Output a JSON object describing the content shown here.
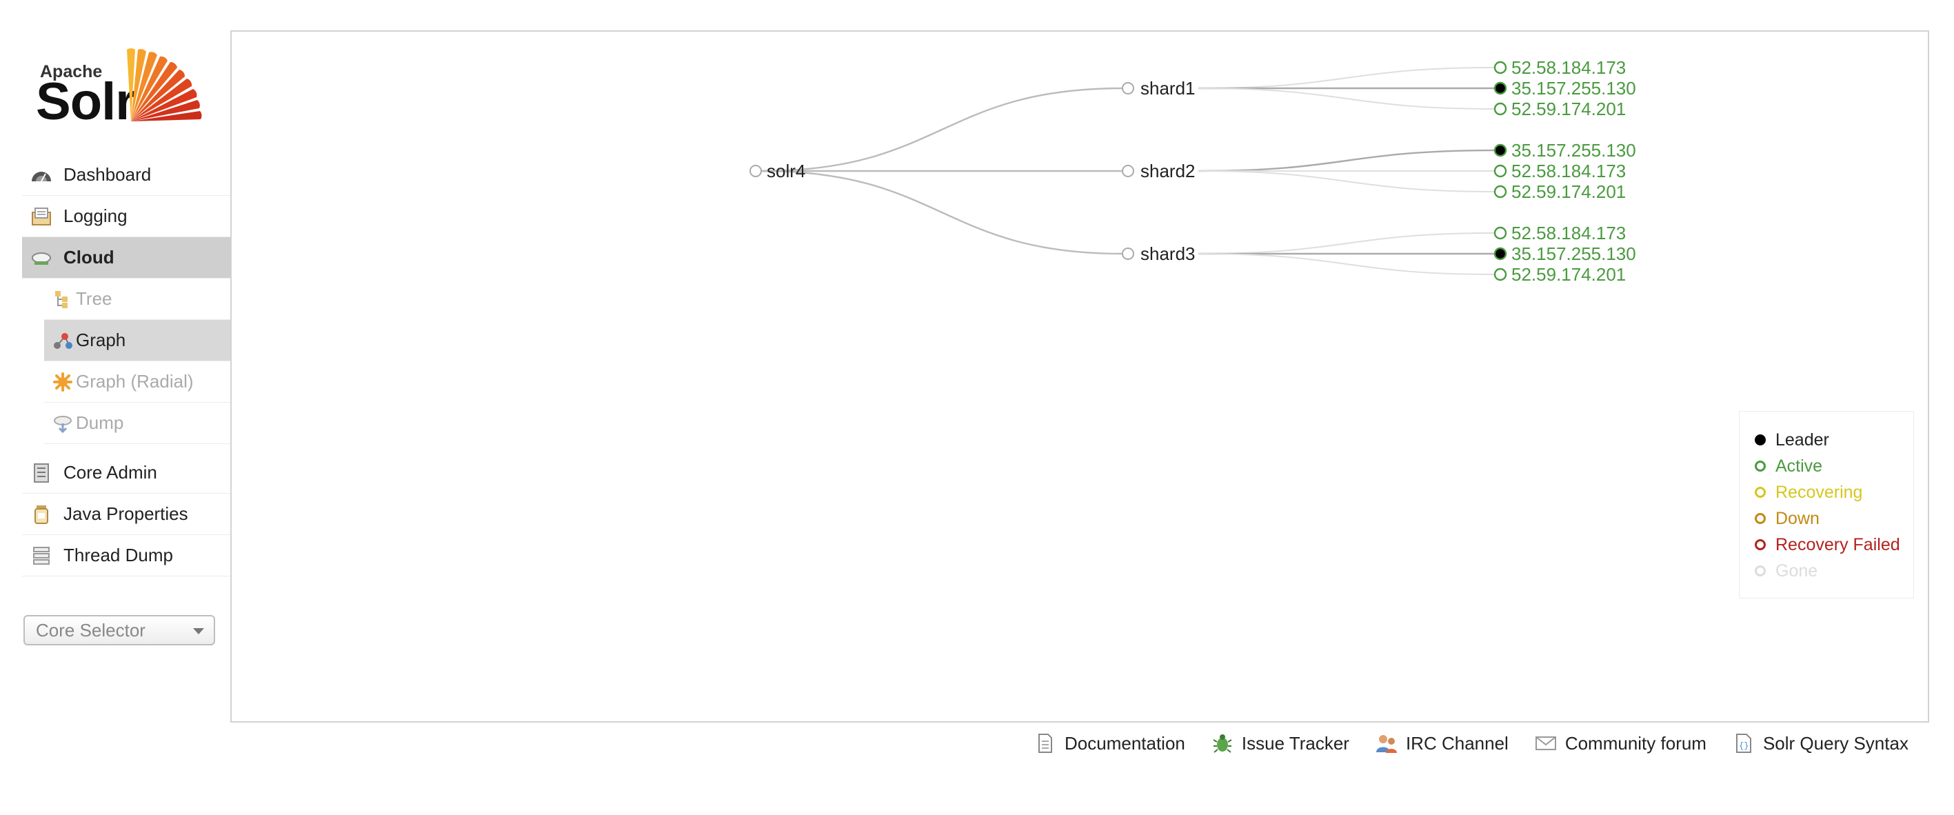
{
  "logo": {
    "apache": "Apache",
    "solr": "Solr"
  },
  "sidebar": {
    "items": [
      {
        "label": "Dashboard",
        "icon": "dashboard-icon"
      },
      {
        "label": "Logging",
        "icon": "logging-icon"
      },
      {
        "label": "Cloud",
        "icon": "cloud-icon",
        "active": true
      }
    ],
    "cloud_sub": [
      {
        "label": "Tree",
        "icon": "tree-icon"
      },
      {
        "label": "Graph",
        "icon": "graph-icon",
        "active": true
      },
      {
        "label": "Graph (Radial)",
        "icon": "radial-graph-icon"
      },
      {
        "label": "Dump",
        "icon": "dump-icon"
      }
    ],
    "items_after": [
      {
        "label": "Core Admin",
        "icon": "core-admin-icon"
      },
      {
        "label": "Java Properties",
        "icon": "java-properties-icon"
      },
      {
        "label": "Thread Dump",
        "icon": "thread-dump-icon"
      }
    ],
    "core_selector": "Core Selector"
  },
  "graph": {
    "collection": "solr4",
    "shards": [
      {
        "name": "shard1",
        "replicas": [
          {
            "host": "52.58.184.173",
            "leader": false
          },
          {
            "host": "35.157.255.130",
            "leader": true
          },
          {
            "host": "52.59.174.201",
            "leader": false
          }
        ]
      },
      {
        "name": "shard2",
        "replicas": [
          {
            "host": "35.157.255.130",
            "leader": true
          },
          {
            "host": "52.58.184.173",
            "leader": false
          },
          {
            "host": "52.59.174.201",
            "leader": false
          }
        ]
      },
      {
        "name": "shard3",
        "replicas": [
          {
            "host": "52.58.184.173",
            "leader": false
          },
          {
            "host": "35.157.255.130",
            "leader": true
          },
          {
            "host": "52.59.174.201",
            "leader": false
          }
        ]
      }
    ]
  },
  "legend": [
    {
      "label": "Leader",
      "color": "#000000",
      "filled": true
    },
    {
      "label": "Active",
      "color": "#4a9a3f"
    },
    {
      "label": "Recovering",
      "color": "#d4c71f"
    },
    {
      "label": "Down",
      "color": "#c08a12"
    },
    {
      "label": "Recovery Failed",
      "color": "#b3221f"
    },
    {
      "label": "Gone",
      "color": "#dcdcdc"
    }
  ],
  "footer": [
    {
      "label": "Documentation",
      "icon": "documentation-icon"
    },
    {
      "label": "Issue Tracker",
      "icon": "issue-tracker-icon"
    },
    {
      "label": "IRC Channel",
      "icon": "irc-channel-icon"
    },
    {
      "label": "Community forum",
      "icon": "community-forum-icon"
    },
    {
      "label": "Solr Query Syntax",
      "icon": "solr-query-syntax-icon"
    }
  ]
}
